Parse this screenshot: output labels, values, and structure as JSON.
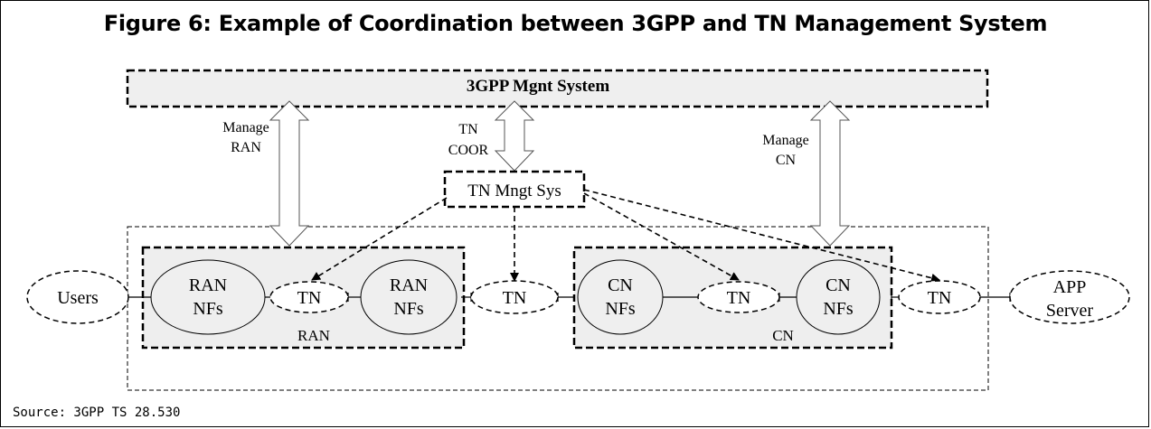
{
  "figure": {
    "title": "Figure 6: Example of Coordination between 3GPP and TN Management System",
    "source": "Source: 3GPP TS 28.530"
  },
  "diagram": {
    "mgmt_system": "3GPP Mgnt System",
    "tn_mgmt": "TN Mngt Sys",
    "arrows": {
      "manage_ran": [
        "Manage",
        "RAN"
      ],
      "tn_coor": [
        "TN",
        "COOR"
      ],
      "manage_cn": [
        "Manage",
        "CN"
      ]
    },
    "nodes": {
      "users": "Users",
      "ran_nf_1": [
        "RAN",
        "NFs"
      ],
      "tn_ran": "TN",
      "ran_nf_2": [
        "RAN",
        "NFs"
      ],
      "tn_mid": "TN",
      "cn_nf_1": [
        "CN",
        "NFs"
      ],
      "tn_cn": "TN",
      "cn_nf_2": [
        "CN",
        "NFs"
      ],
      "tn_right": "TN",
      "app_server": [
        "APP",
        "Server"
      ]
    },
    "groups": {
      "ran": "RAN",
      "cn": "CN"
    }
  }
}
